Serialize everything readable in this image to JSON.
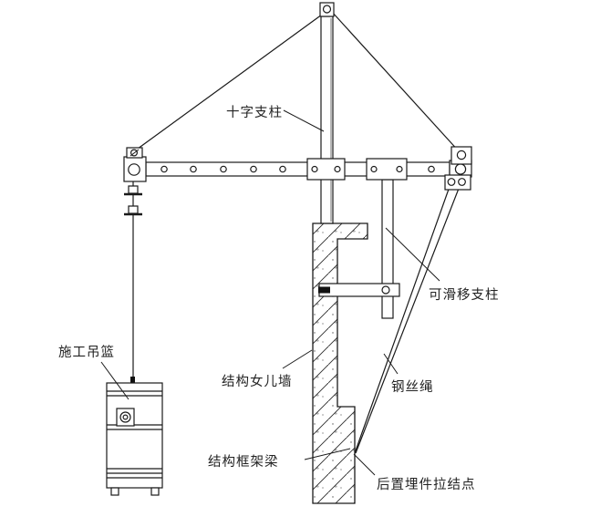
{
  "diagram": {
    "title": "parapet-mounted suspended gondola rig",
    "labels": {
      "cross_post": "十字支柱",
      "gondola": "施工吊篮",
      "parapet_wall": "结构女儿墙",
      "frame_beam": "结构框架梁",
      "anchor_point": "后置埋件拉结点",
      "sliding_post": "可滑移支柱",
      "wire_rope": "钢丝绳"
    },
    "colors": {
      "line": "#1a1a1a",
      "text": "#232323",
      "background": "#ffffff"
    }
  }
}
